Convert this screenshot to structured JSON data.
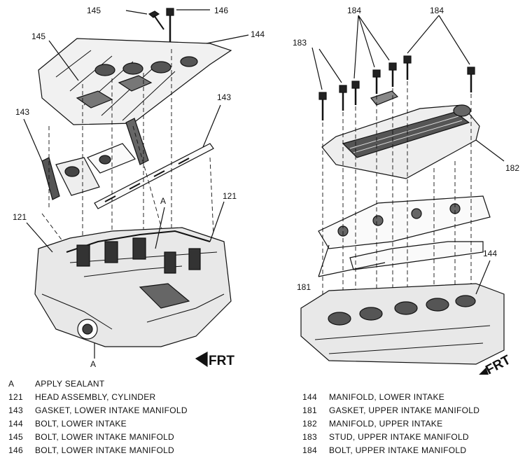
{
  "callouts": {
    "c145_top": "145",
    "c146_top": "146",
    "c145_left": "145",
    "c144_left": "144",
    "c143_left": "143",
    "c143_right": "143",
    "c121_left": "121",
    "c121_right": "121",
    "cA_top": "A",
    "cA_bottom": "A",
    "c184_a": "184",
    "c184_b": "184",
    "c183": "183",
    "c182": "182",
    "c181": "181",
    "c144_right": "144"
  },
  "frt_labels": {
    "left": "FRT",
    "right": "FRT"
  },
  "legend_left": [
    {
      "code": "A",
      "desc": "APPLY SEALANT"
    },
    {
      "code": "121",
      "desc": "HEAD ASSEMBLY, CYLINDER"
    },
    {
      "code": "143",
      "desc": "GASKET, LOWER INTAKE MANIFOLD"
    },
    {
      "code": "144",
      "desc": "BOLT, LOWER INTAKE"
    },
    {
      "code": "145",
      "desc": "BOLT, LOWER INTAKE MANIFOLD"
    },
    {
      "code": "146",
      "desc": "BOLT, LOWER INTAKE MANIFOLD"
    }
  ],
  "legend_right": [
    {
      "code": "144",
      "desc": "MANIFOLD, LOWER INTAKE"
    },
    {
      "code": "181",
      "desc": "GASKET, UPPER INTAKE MANIFOLD"
    },
    {
      "code": "182",
      "desc": "MANIFOLD, UPPER INTAKE"
    },
    {
      "code": "183",
      "desc": "STUD, UPPER INTAKE MANIFOLD"
    },
    {
      "code": "184",
      "desc": "BOLT, UPPER INTAKE MANIFOLD"
    }
  ]
}
